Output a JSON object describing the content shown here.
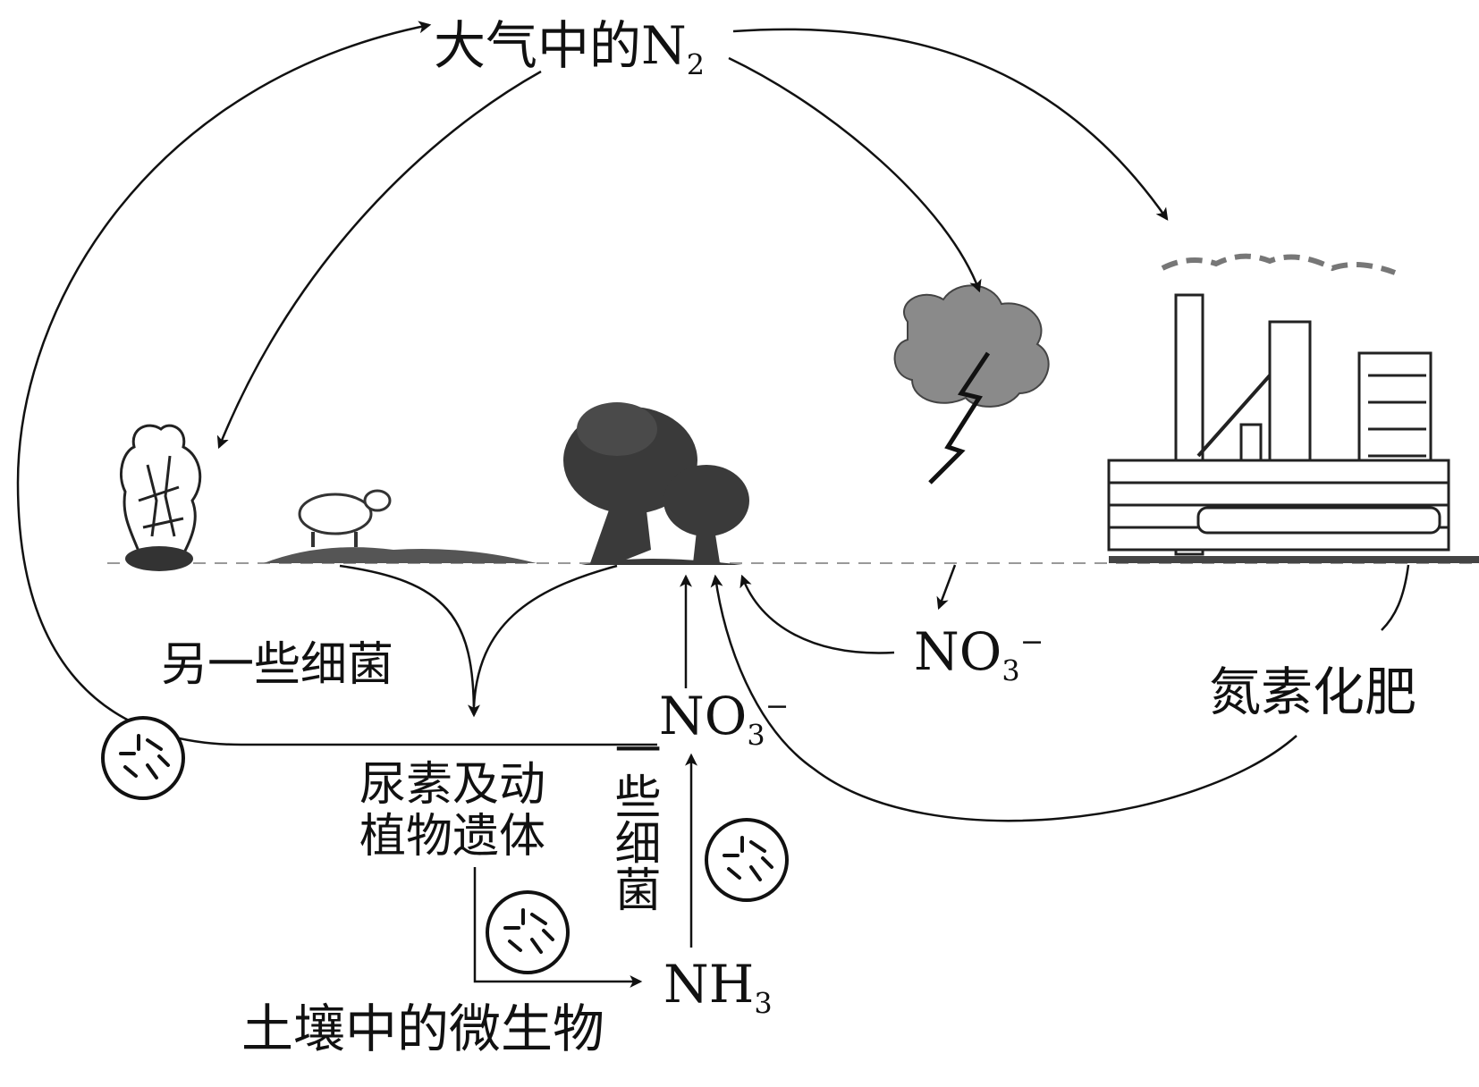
{
  "labels": {
    "atmosphere_n2_prefix": "大气中的N",
    "atmosphere_n2_sub": "2",
    "other_bacteria": "另一些细菌",
    "urea_remains_line1": "尿素及动",
    "urea_remains_line2": "植物遗体",
    "soil_microbes": "土壤中的微生物",
    "some_bacteria": "一些细菌",
    "nh3_prefix": "NH",
    "nh3_sub": "3",
    "nitrate_center_prefix": "NO",
    "nitrate_center_sub": "3",
    "nitrate_center_sup": "−",
    "nitrate_right_prefix": "NO",
    "nitrate_right_sub": "3",
    "nitrate_right_sup": "−",
    "nitrogen_fertilizer": "氮素化肥"
  },
  "icons": {
    "bacteria": "bacteria-circle-icon",
    "lightning": "lightning-cloud-icon",
    "factory": "factory-icon",
    "tree": "tree-icon",
    "shrub": "shrub-icon",
    "sheep": "sheep-icon"
  },
  "colors": {
    "ink": "#111111",
    "cloud": "#8a8a8a",
    "tree": "#3a3a3a",
    "ground": "#555555"
  }
}
